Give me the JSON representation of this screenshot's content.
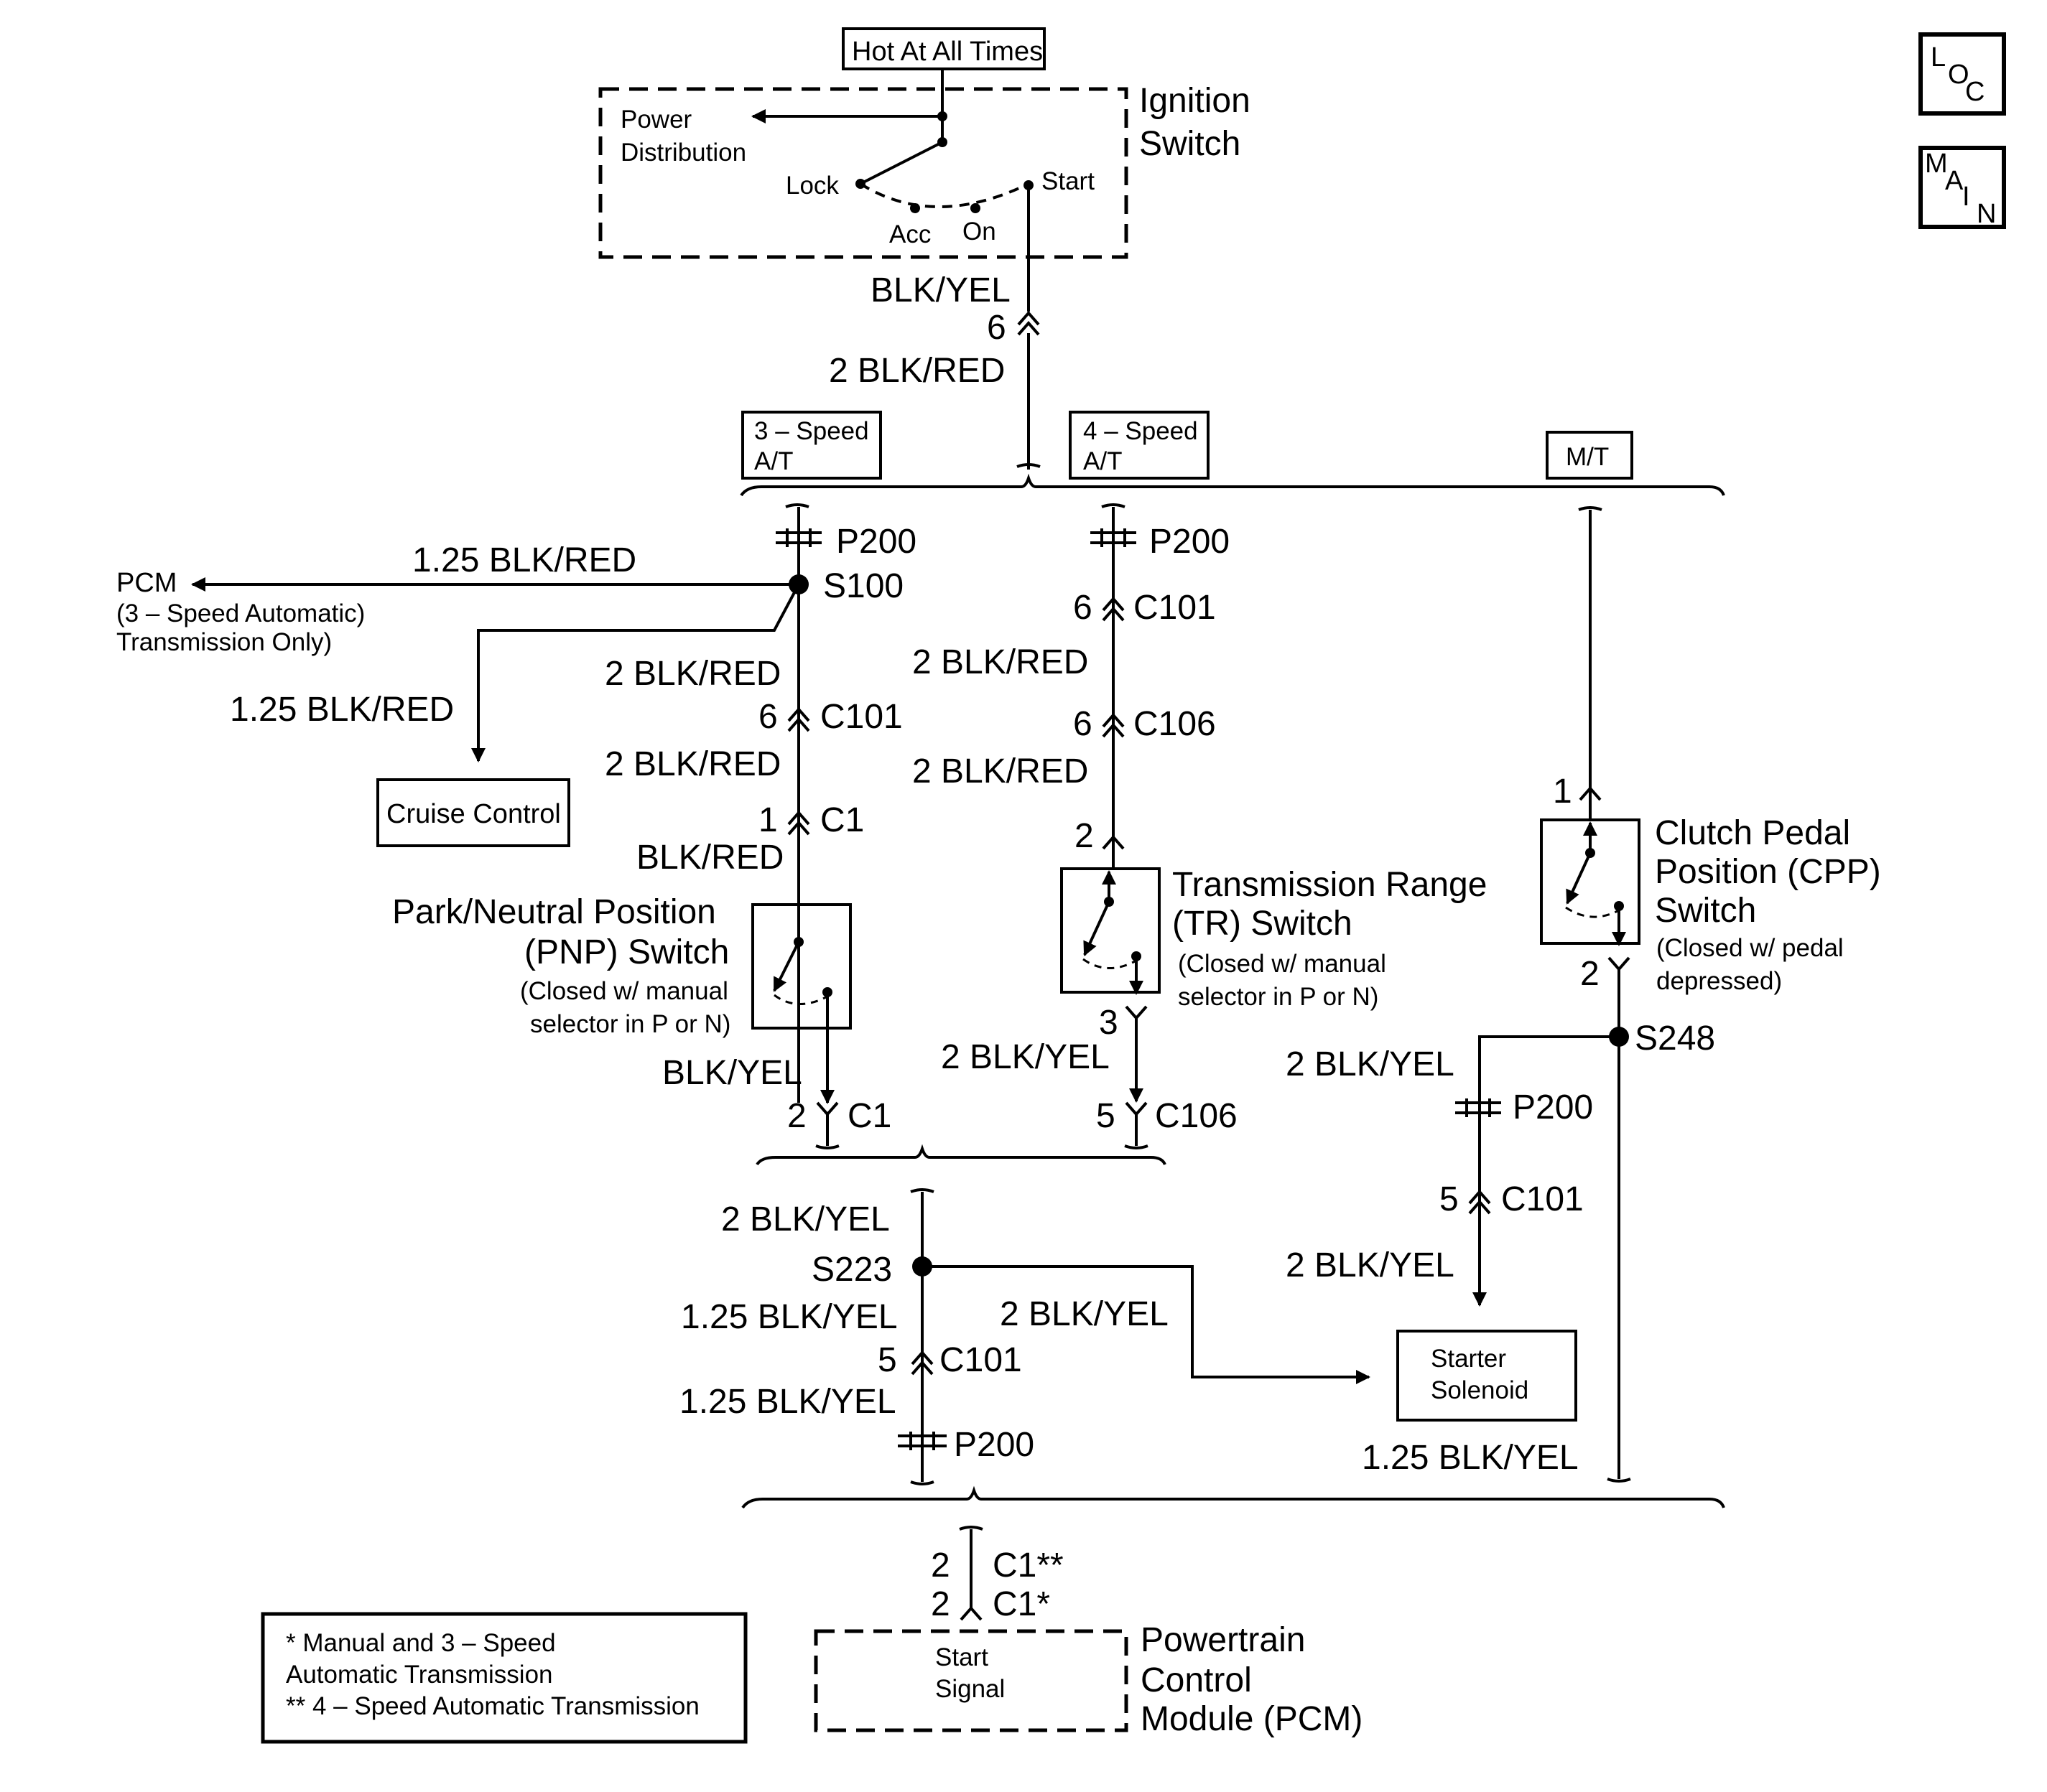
{
  "nav": {
    "loc": [
      "L",
      "O",
      "C"
    ],
    "main": [
      "M",
      "A",
      "I",
      "N"
    ]
  },
  "ignition": {
    "hot_label": "Hot At All Times",
    "title_line1": "Ignition",
    "title_line2": "Switch",
    "power_dist_line1": "Power",
    "power_dist_line2": "Distribution",
    "pos_lock": "Lock",
    "pos_acc": "Acc",
    "pos_on": "On",
    "pos_start": "Start"
  },
  "top_feed": {
    "wire1": "BLK/YEL",
    "pin": "6",
    "wire2": "2 BLK/RED"
  },
  "variants": {
    "at3_line1": "3 – Speed",
    "at3_line2": "A/T",
    "at4_line1": "4 – Speed",
    "at4_line2": "A/T",
    "mt": "M/T"
  },
  "branch_3at": {
    "p200": "P200",
    "pcm_wire": "1.25 BLK/RED",
    "pcm_label": "PCM",
    "pcm_note1": "(3 – Speed Automatic)",
    "pcm_note2": "Transmission Only)",
    "splice": "S100",
    "cruise_wire": "1.25 BLK/RED",
    "cruise_label": "Cruise Control",
    "w1": "2 BLK/RED",
    "c101_pin": "6",
    "c101": "C101",
    "w2": "2 BLK/RED",
    "c1_pin": "1",
    "c1": "C1",
    "w3": "BLK/RED",
    "switch_line1": "Park/Neutral Position",
    "switch_line2": "(PNP) Switch",
    "switch_note1": "(Closed w/ manual",
    "switch_note2": "selector in P or N)",
    "w4": "BLK/YEL",
    "c1b_pin": "2",
    "c1b": "C1"
  },
  "branch_4at": {
    "p200": "P200",
    "c101_pin": "6",
    "c101": "C101",
    "w1": "2 BLK/RED",
    "c106_pin": "6",
    "c106": "C106",
    "w2": "2 BLK/RED",
    "pin_top": "2",
    "switch_line1": "Transmission Range",
    "switch_line2": "(TR) Switch",
    "switch_note1": "(Closed w/ manual",
    "switch_note2": "selector in P or N)",
    "pin_bot": "3",
    "w3": "2 BLK/YEL",
    "c106b_pin": "5",
    "c106b": "C106"
  },
  "branch_mt": {
    "pin_top": "1",
    "switch_line1": "Clutch Pedal",
    "switch_line2": "Position (CPP)",
    "switch_line3": "Switch",
    "switch_note1": "(Closed w/ pedal",
    "switch_note2": "depressed)",
    "pin_bot": "2",
    "splice": "S248",
    "w1": "2 BLK/YEL",
    "p200": "P200",
    "c101_pin": "5",
    "c101": "C101",
    "w2": "2 BLK/YEL",
    "starter_line1": "Starter",
    "starter_line2": "Solenoid",
    "w3": "1.25 BLK/YEL"
  },
  "lower": {
    "w1": "2 BLK/YEL",
    "splice": "S223",
    "w_starter": "2 BLK/YEL",
    "w2": "1.25 BLK/YEL",
    "c101_pin": "5",
    "c101": "C101",
    "w3": "1.25 BLK/YEL",
    "p200": "P200"
  },
  "pcm": {
    "pin1": "2",
    "conn1": "C1**",
    "pin2": "2",
    "conn2": "C1*",
    "start_line1": "Start",
    "start_line2": "Signal",
    "title_line1": "Powertrain",
    "title_line2": "Control",
    "title_line3": "Module (PCM)"
  },
  "legend": {
    "line1": "* Manual and 3 – Speed",
    "line2": "Automatic Transmission",
    "line3": "** 4 – Speed Automatic Transmission"
  }
}
